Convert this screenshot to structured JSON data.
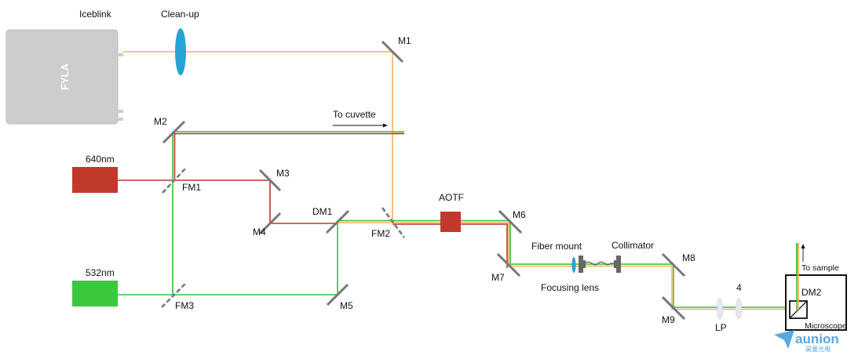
{
  "labels": {
    "iceblink": "Iceblink",
    "cleanup": "Clean-up",
    "fyla": "FYLA",
    "m1": "M1",
    "m2": "M2",
    "m3": "M3",
    "m4": "M4",
    "m5": "M5",
    "m6": "M6",
    "m7": "M7",
    "m8": "M8",
    "m9": "M9",
    "fm1": "FM1",
    "fm2": "FM2",
    "fm3": "FM3",
    "dm1": "DM1",
    "dm2": "DM2",
    "to_cuvette": "To cuvette",
    "laser_640": "640nm",
    "laser_532": "532nm",
    "aotf": "AOTF",
    "fiber_mount": "Fiber mount",
    "focusing_lens": "Focusing lens",
    "collimator": "Collimator",
    "lp": "LP",
    "lens_4": "4",
    "to_sample": "To sample",
    "microscope": "Microscope",
    "logo_en": "aunion",
    "logo_cn": "昊量光电"
  },
  "colors": {
    "beam_orange": "#f4b35c",
    "beam_red": "#b5382c",
    "beam_green": "#3dbb3d",
    "laser_640": "#c0392b",
    "laser_532": "#3cc83c",
    "aotf": "#c0392b",
    "iceblink_body": "#cdcdcd",
    "lens_blue": "#27a3d6",
    "mirror": "#777777",
    "logo": "#5aa8e0"
  }
}
